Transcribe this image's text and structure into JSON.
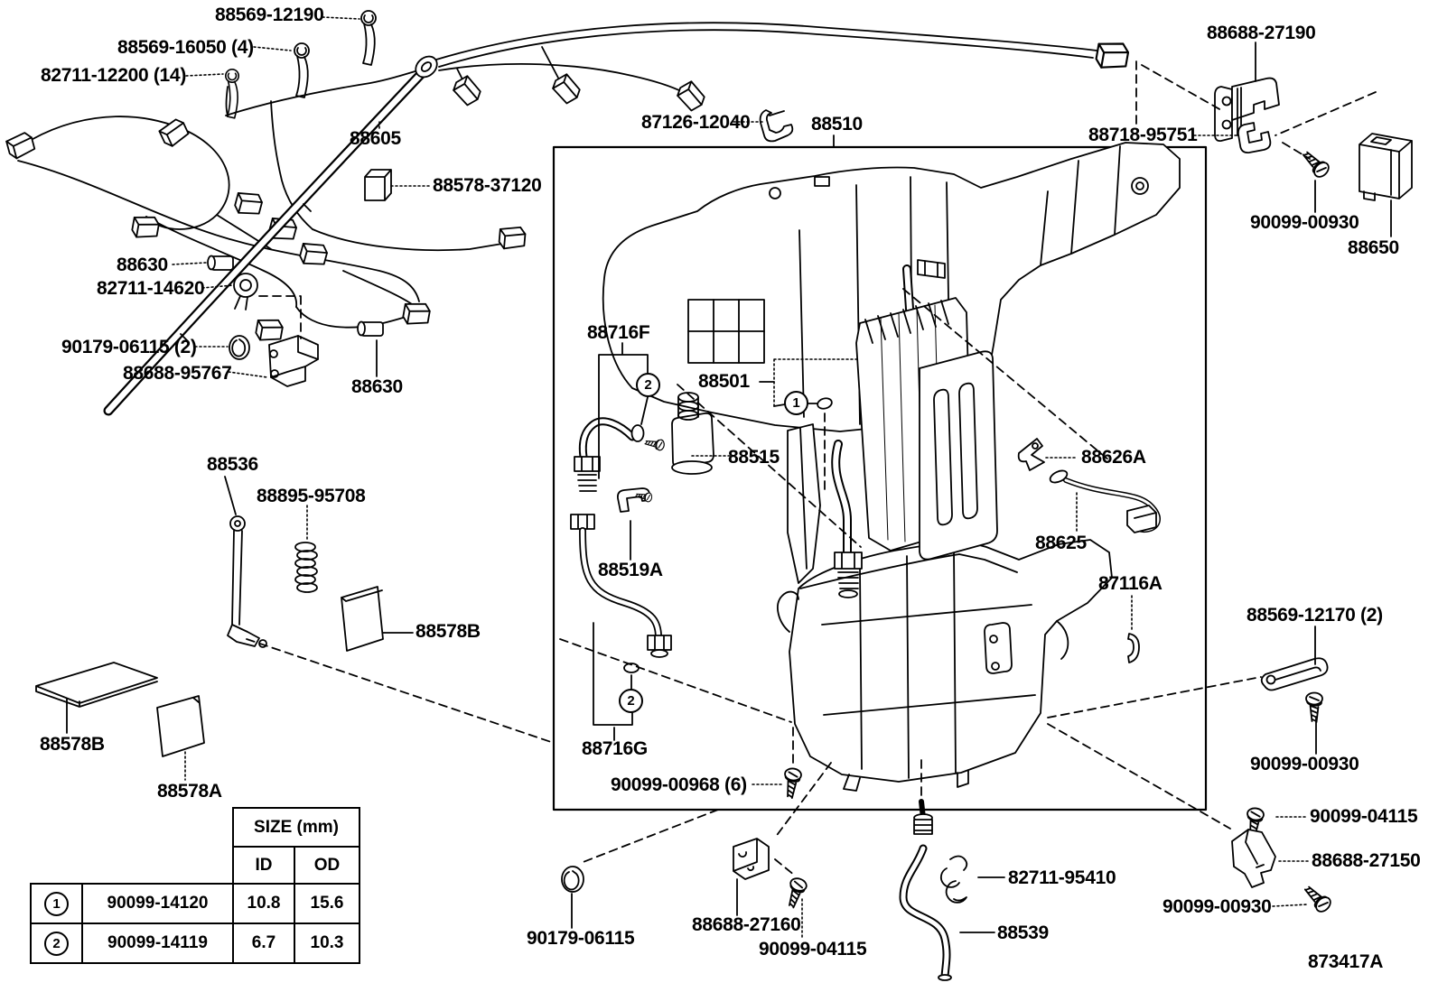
{
  "doc": {
    "code": "873417A"
  },
  "callouts": {
    "one": "1",
    "two": "2"
  },
  "labels": [
    {
      "id": "88569-12190",
      "text": "88569-12190"
    },
    {
      "id": "88569-16050-4",
      "text": "88569-16050 (4)"
    },
    {
      "id": "82711-12200-14",
      "text": "82711-12200 (14)"
    },
    {
      "id": "88605",
      "text": "88605"
    },
    {
      "id": "88578-37120",
      "text": "88578-37120"
    },
    {
      "id": "88630-a",
      "text": "88630"
    },
    {
      "id": "82711-14620",
      "text": "82711-14620"
    },
    {
      "id": "90179-06115-2",
      "text": "90179-06115 (2)"
    },
    {
      "id": "88688-95767",
      "text": "88688-95767"
    },
    {
      "id": "88630-b",
      "text": "88630"
    },
    {
      "id": "88536",
      "text": "88536"
    },
    {
      "id": "88895-95708",
      "text": "88895-95708"
    },
    {
      "id": "88578B-r",
      "text": "88578B"
    },
    {
      "id": "88578B-l",
      "text": "88578B"
    },
    {
      "id": "88578A",
      "text": "88578A"
    },
    {
      "id": "87126-12040",
      "text": "87126-12040"
    },
    {
      "id": "88510",
      "text": "88510"
    },
    {
      "id": "88718-95751",
      "text": "88718-95751"
    },
    {
      "id": "88688-27190",
      "text": "88688-27190"
    },
    {
      "id": "90099-00930-a",
      "text": "90099-00930"
    },
    {
      "id": "88650",
      "text": "88650"
    },
    {
      "id": "88716F",
      "text": "88716F"
    },
    {
      "id": "88501",
      "text": "88501"
    },
    {
      "id": "88515",
      "text": "88515"
    },
    {
      "id": "88519A",
      "text": "88519A"
    },
    {
      "id": "88716G",
      "text": "88716G"
    },
    {
      "id": "90099-00968-6",
      "text": "90099-00968 (6)"
    },
    {
      "id": "88626A",
      "text": "88626A"
    },
    {
      "id": "88625",
      "text": "88625"
    },
    {
      "id": "87116A",
      "text": "87116A"
    },
    {
      "id": "88569-12170-2",
      "text": "88569-12170 (2)"
    },
    {
      "id": "90099-00930-b",
      "text": "90099-00930"
    },
    {
      "id": "90099-04115-a",
      "text": "90099-04115"
    },
    {
      "id": "88688-27150",
      "text": "88688-27150"
    },
    {
      "id": "90099-00930-c",
      "text": "90099-00930"
    },
    {
      "id": "90179-06115-b",
      "text": "90179-06115"
    },
    {
      "id": "88688-27160",
      "text": "88688-27160"
    },
    {
      "id": "90099-04115-b",
      "text": "90099-04115"
    },
    {
      "id": "82711-95410",
      "text": "82711-95410"
    },
    {
      "id": "88539",
      "text": "88539"
    }
  ],
  "table": {
    "header": "SIZE (mm)",
    "col_id": "ID",
    "col_od": "OD",
    "rows": [
      {
        "num": "1",
        "part": "90099-14120",
        "id": "10.8",
        "od": "15.6"
      },
      {
        "num": "2",
        "part": "90099-14119",
        "id": "6.7",
        "od": "10.3"
      }
    ]
  }
}
